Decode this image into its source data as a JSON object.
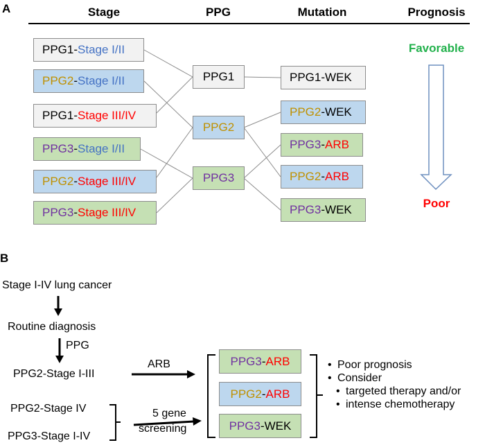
{
  "colors": {
    "gray_box": "#f2f2f2",
    "blue_box": "#bdd7ee",
    "green_box": "#c5e0b4",
    "text_blue": "#4472c4",
    "text_red": "#ff0000",
    "text_gold": "#bf9000",
    "text_purple": "#7030a0",
    "text_green": "#22b14c"
  },
  "panel_a": {
    "label": "A",
    "headers": {
      "stage": "Stage",
      "ppg": "PPG",
      "mutation": "Mutation",
      "prognosis": "Prognosis"
    },
    "stage_boxes": [
      {
        "prefix": "PPG1",
        "sep": "-",
        "suffix": "Stage I/II",
        "fill": "gray"
      },
      {
        "prefix": "PPG2",
        "sep": "-",
        "suffix": "Stage I/II",
        "fill": "blue"
      },
      {
        "prefix": "PPG1",
        "sep": "-",
        "suffix": "Stage III/IV",
        "fill": "gray"
      },
      {
        "prefix": "PPG3",
        "sep": "-",
        "suffix": "Stage I/II",
        "fill": "green"
      },
      {
        "prefix": "PPG2",
        "sep": "-",
        "suffix": "Stage III/IV",
        "fill": "blue"
      },
      {
        "prefix": "PPG3",
        "sep": "-",
        "suffix": "Stage III/IV",
        "fill": "green"
      }
    ],
    "ppg_boxes": [
      {
        "label": "PPG1",
        "fill": "gray"
      },
      {
        "label": "PPG2",
        "fill": "blue"
      },
      {
        "label": "PPG3",
        "fill": "green"
      }
    ],
    "mutation_boxes": [
      {
        "prefix": "PPG1",
        "sep": "-",
        "suffix": "WEK",
        "fill": "gray"
      },
      {
        "prefix": "PPG2",
        "sep": "-",
        "suffix": "WEK",
        "fill": "blue"
      },
      {
        "prefix": "PPG3",
        "sep": "-",
        "suffix": "ARB",
        "fill": "green"
      },
      {
        "prefix": "PPG2",
        "sep": "-",
        "suffix": "ARB",
        "fill": "blue"
      },
      {
        "prefix": "PPG3",
        "sep": "-",
        "suffix": "WEK",
        "fill": "green"
      }
    ],
    "connections_stage_to_ppg": [
      [
        "PPG1-Stage I/II",
        "PPG1"
      ],
      [
        "PPG2-Stage I/II",
        "PPG2"
      ],
      [
        "PPG1-Stage III/IV",
        "PPG1"
      ],
      [
        "PPG3-Stage I/II",
        "PPG3"
      ],
      [
        "PPG2-Stage III/IV",
        "PPG2"
      ],
      [
        "PPG3-Stage III/IV",
        "PPG3"
      ]
    ],
    "connections_ppg_to_mutation": [
      [
        "PPG1",
        "PPG1-WEK"
      ],
      [
        "PPG2",
        "PPG2-WEK"
      ],
      [
        "PPG2",
        "PPG2-ARB"
      ],
      [
        "PPG3",
        "PPG3-ARB"
      ],
      [
        "PPG3",
        "PPG3-WEK"
      ]
    ],
    "prognosis": {
      "top": "Favorable",
      "bottom": "Poor"
    }
  },
  "panel_b": {
    "label": "B",
    "start": "Stage I-IV lung cancer",
    "step2": "Routine diagnosis",
    "arrow2_label": "PPG",
    "branch1": "PPG2-Stage I-III",
    "branch1_arrow_label": "ARB",
    "branch2a": "PPG2-Stage IV",
    "branch2b": "PPG3-Stage I-IV",
    "branch2_arrow_label_line1": "5 gene",
    "branch2_arrow_label_line2": "screening",
    "result_boxes": [
      {
        "prefix": "PPG3",
        "sep": "-",
        "suffix": "ARB",
        "fill": "green"
      },
      {
        "prefix": "PPG2",
        "sep": "-",
        "suffix": "ARB",
        "fill": "blue"
      },
      {
        "prefix": "PPG3",
        "sep": "-",
        "suffix": "WEK",
        "fill": "green"
      }
    ],
    "outcomes": [
      {
        "text": "Poor prognosis",
        "level": 0
      },
      {
        "text": "Consider",
        "level": 0
      },
      {
        "text": "targeted therapy and/or",
        "level": 1
      },
      {
        "text": "intense chemotherapy",
        "level": 1
      }
    ]
  }
}
